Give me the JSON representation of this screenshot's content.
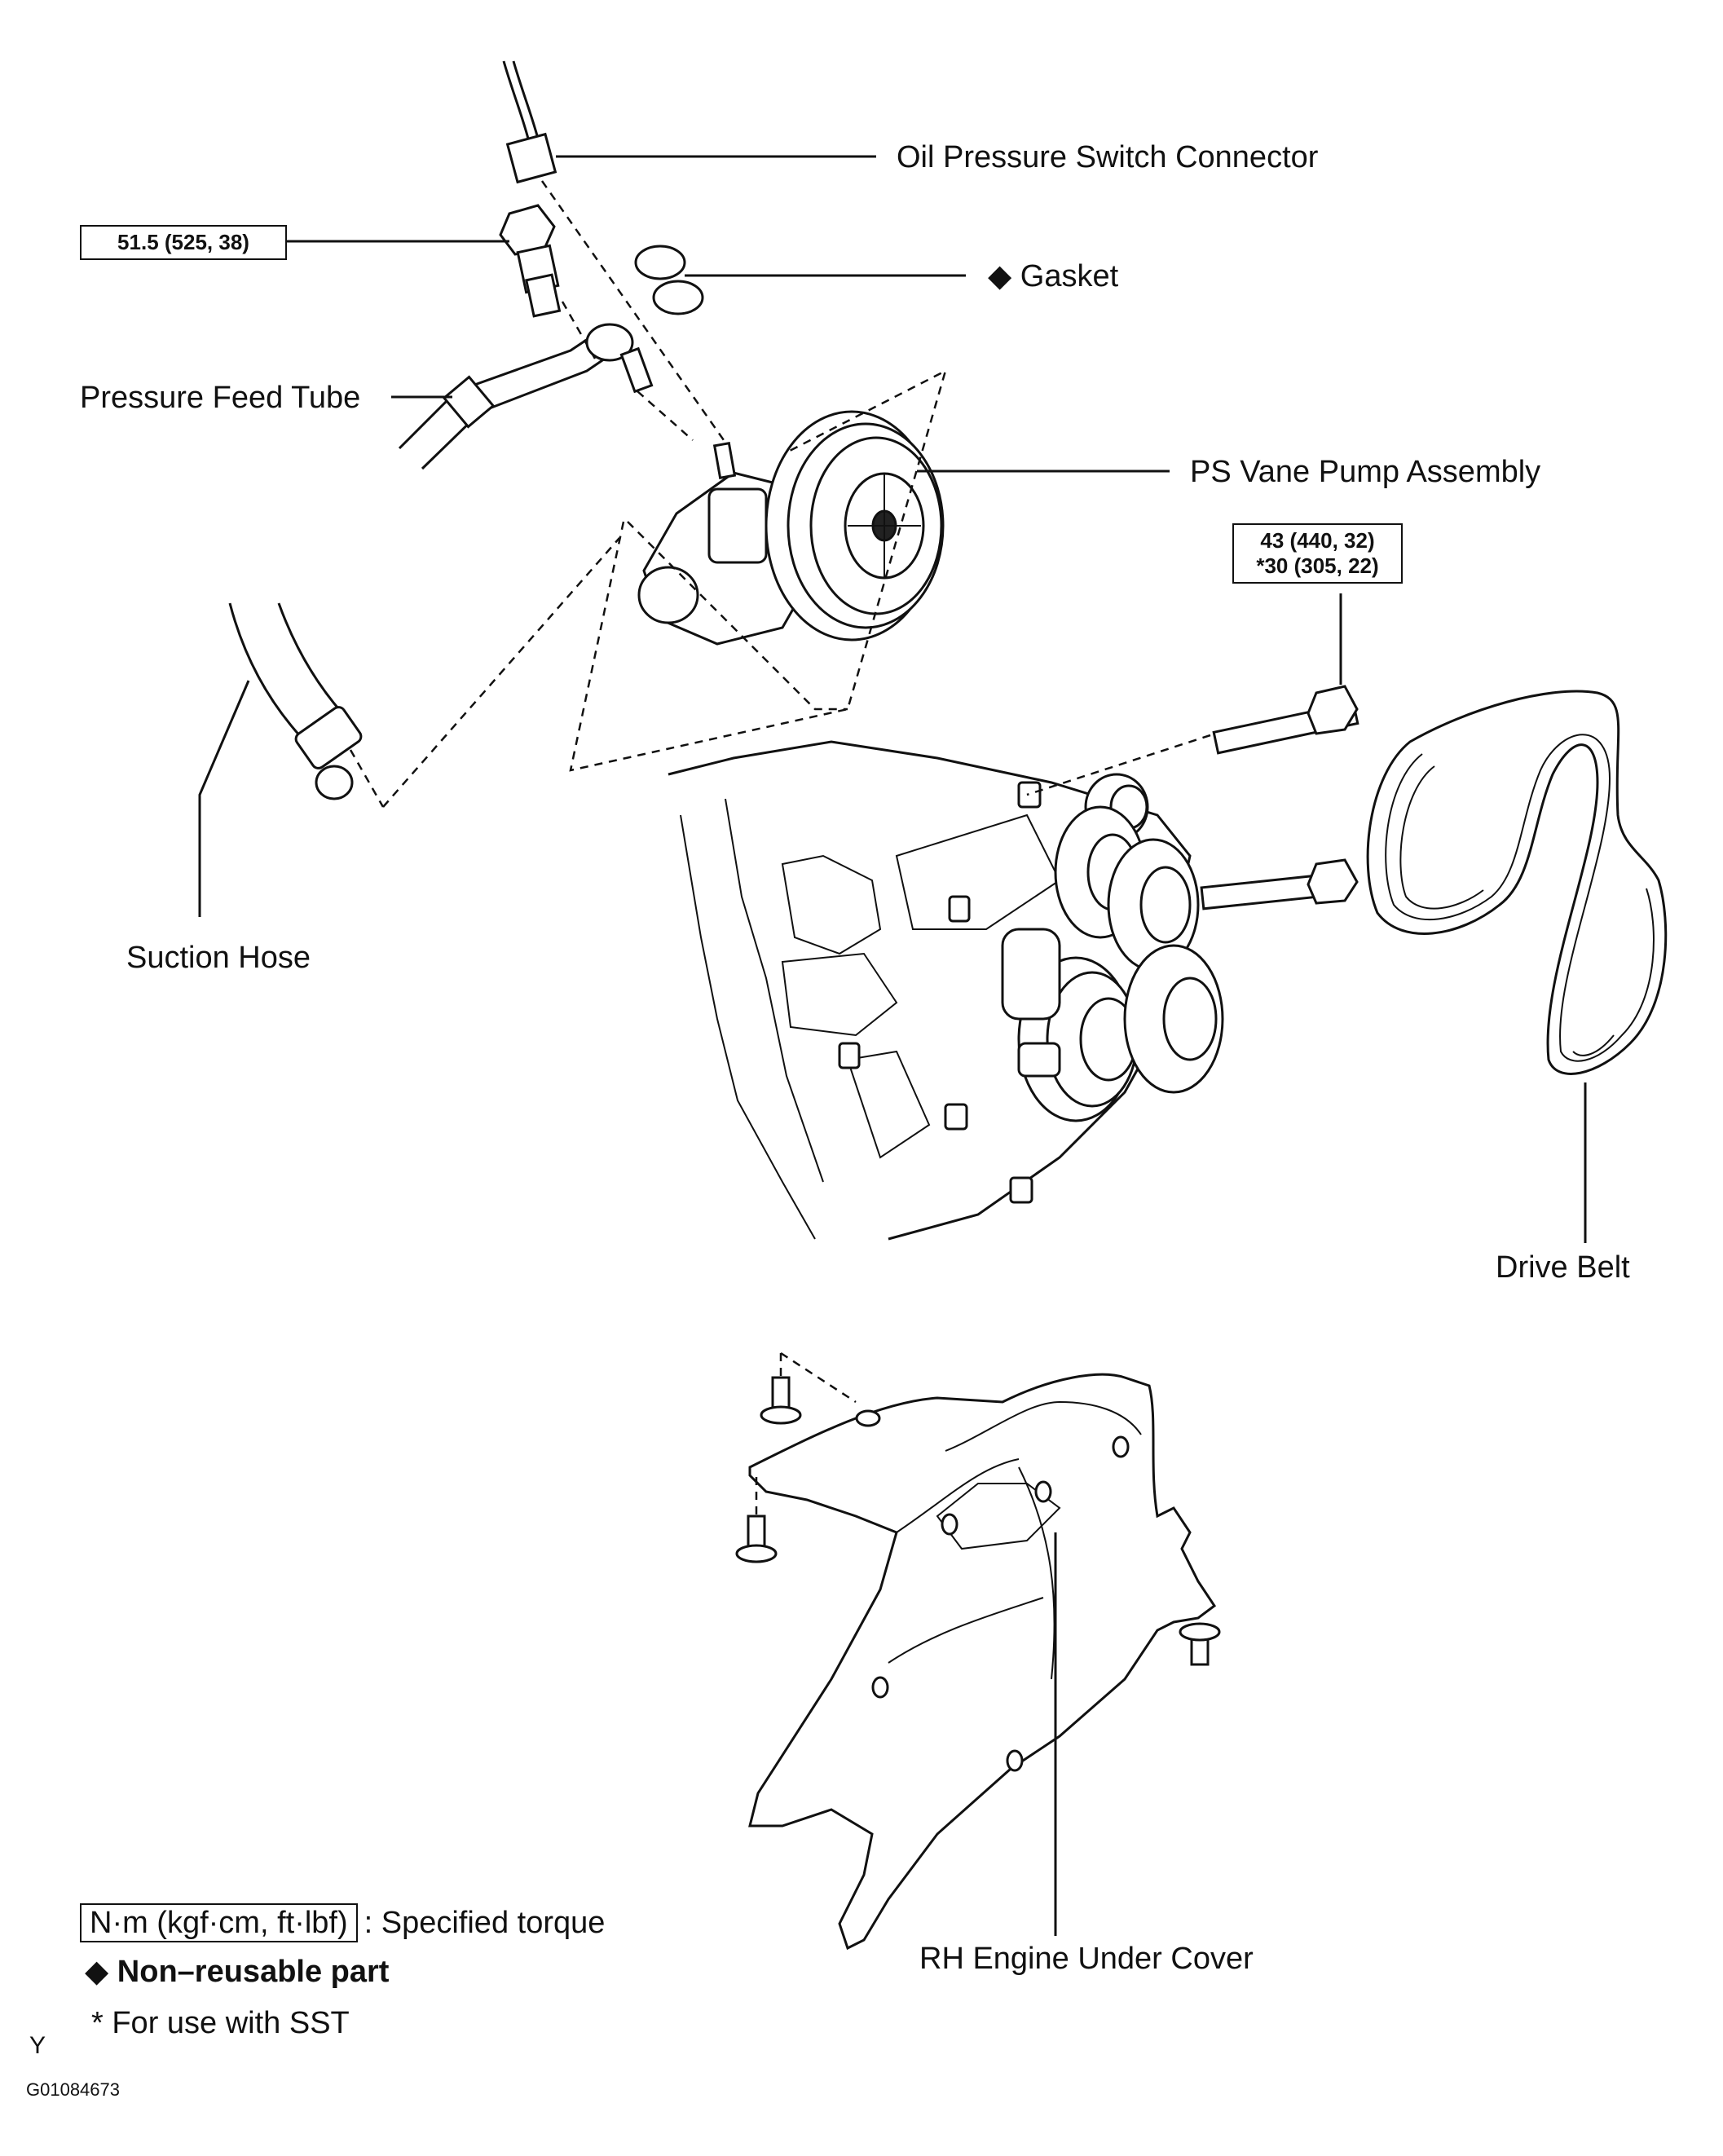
{
  "labels": {
    "oil_pressure_switch_connector": "Oil Pressure Switch Connector",
    "gasket": "Gasket",
    "pressure_feed_tube": "Pressure Feed Tube",
    "ps_vane_pump_assembly": "PS Vane Pump Assembly",
    "suction_hose": "Suction Hose",
    "drive_belt": "Drive Belt",
    "rh_engine_under_cover": "RH Engine Under Cover"
  },
  "torque_specs": {
    "union_bolt": "51.5 (525, 38)",
    "pump_bolt_line1": "43 (440, 32)",
    "pump_bolt_line2": "*30 (305, 22)"
  },
  "legend": {
    "torque_unit": "N·m (kgf·cm, ft·lbf)",
    "torque_desc": ": Specified torque",
    "non_reusable": "Non–reusable part",
    "sst_note": "* For use with SST"
  },
  "diamond_symbol": "◆",
  "corner_mark": "Y",
  "figure_code": "G01084673"
}
